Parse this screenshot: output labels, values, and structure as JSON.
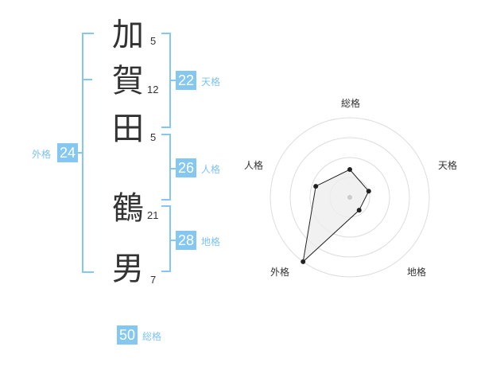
{
  "name": {
    "characters": [
      {
        "char": "加",
        "strokes": "5"
      },
      {
        "char": "賀",
        "strokes": "12"
      },
      {
        "char": "田",
        "strokes": "5"
      },
      {
        "char": "鶴",
        "strokes": "21"
      },
      {
        "char": "男",
        "strokes": "7"
      }
    ]
  },
  "fortune": {
    "tenkaku": {
      "value": "22",
      "label": "天格"
    },
    "jinkaku": {
      "value": "26",
      "label": "人格"
    },
    "chikaku": {
      "value": "28",
      "label": "地格"
    },
    "gaikaku": {
      "value": "24",
      "label": "外格"
    },
    "soukaku": {
      "value": "50",
      "label": "総格"
    }
  },
  "radar": {
    "axes": [
      "総格",
      "天格",
      "地格",
      "外格",
      "人格"
    ],
    "values": [
      0.35,
      0.25,
      0.2,
      1.0,
      0.45
    ],
    "max": 1.0,
    "rings": 4,
    "colors": {
      "grid": "#dddddd",
      "fill": "#eeeeee",
      "line": "#222222",
      "center": "#cccccc"
    }
  },
  "colors": {
    "accent": "#84c8f2",
    "text": "#333333"
  }
}
